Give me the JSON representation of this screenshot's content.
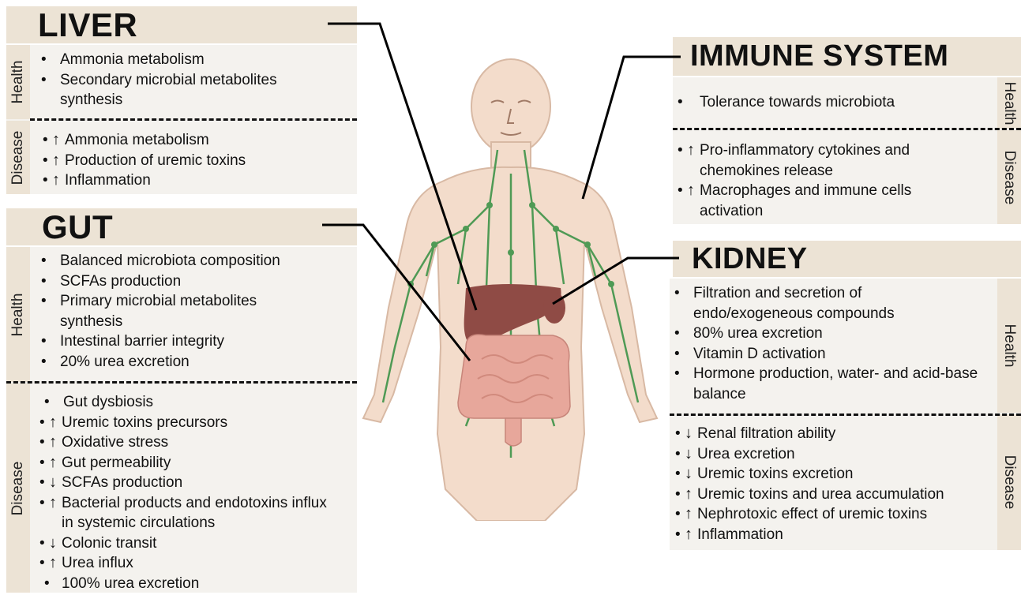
{
  "liver": {
    "title": "LIVER",
    "health_label": "Health",
    "disease_label": "Disease",
    "health_items": [
      {
        "text": "Ammonia metabolism"
      },
      {
        "text": "Secondary microbial metabolites synthesis"
      }
    ],
    "disease_items": [
      {
        "arrow": "up",
        "text": "Ammonia metabolism"
      },
      {
        "arrow": "up",
        "text": "Production of uremic toxins"
      },
      {
        "arrow": "up",
        "text": "Inflammation"
      }
    ]
  },
  "gut": {
    "title": "GUT",
    "health_label": "Health",
    "disease_label": "Disease",
    "health_items": [
      {
        "text": "Balanced microbiota composition"
      },
      {
        "text": "SCFAs production"
      },
      {
        "text": "Primary microbial metabolites synthesis"
      },
      {
        "text": "Intestinal barrier integrity"
      },
      {
        "text": "20% urea excretion"
      }
    ],
    "disease_items": [
      {
        "arrow": "none",
        "text": "Gut dysbiosis"
      },
      {
        "arrow": "up",
        "text": "Uremic toxins precursors"
      },
      {
        "arrow": "up",
        "text": "Oxidative stress"
      },
      {
        "arrow": "up",
        "text": "Gut permeability"
      },
      {
        "arrow": "down",
        "text": "SCFAs production"
      },
      {
        "arrow": "up",
        "text": "Bacterial products and endotoxins influx in systemic circulations"
      },
      {
        "arrow": "down",
        "text": "Colonic transit"
      },
      {
        "arrow": "up",
        "text": "Urea influx"
      },
      {
        "arrow": "none",
        "text": "100% urea excretion"
      }
    ]
  },
  "immune": {
    "title": "IMMUNE SYSTEM",
    "health_label": "Health",
    "disease_label": "Disease",
    "health_items": [
      {
        "text": "Tolerance towards microbiota"
      }
    ],
    "disease_items": [
      {
        "arrow": "up",
        "text": "Pro-inflammatory cytokines and chemokines release"
      },
      {
        "arrow": "up",
        "text": "Macrophages and immune cells activation"
      }
    ]
  },
  "kidney": {
    "title": "KIDNEY",
    "health_label": "Health",
    "disease_label": "Disease",
    "health_items": [
      {
        "text": "Filtration and secretion of endo/exogeneous compounds"
      },
      {
        "text": "80% urea excretion"
      },
      {
        "text": "Vitamin D activation"
      },
      {
        "text": "Hormone production, water- and acid-base balance"
      }
    ],
    "disease_items": [
      {
        "arrow": "down",
        "text": "Renal filtration ability"
      },
      {
        "arrow": "down",
        "text": "Urea excretion"
      },
      {
        "arrow": "down",
        "text": "Uremic toxins excretion"
      },
      {
        "arrow": "up",
        "text": "Uremic toxins and urea accumulation"
      },
      {
        "arrow": "up",
        "text": "Nephrotoxic effect of uremic toxins"
      },
      {
        "arrow": "up",
        "text": "Inflammation"
      }
    ]
  },
  "colors": {
    "title_bg": "#ece3d5",
    "panel_bg": "#f4f2ee",
    "skin": "#f3dccb",
    "lymph": "#4f9a55",
    "liver": "#8f4b45",
    "intestine": "#e7a79b"
  }
}
